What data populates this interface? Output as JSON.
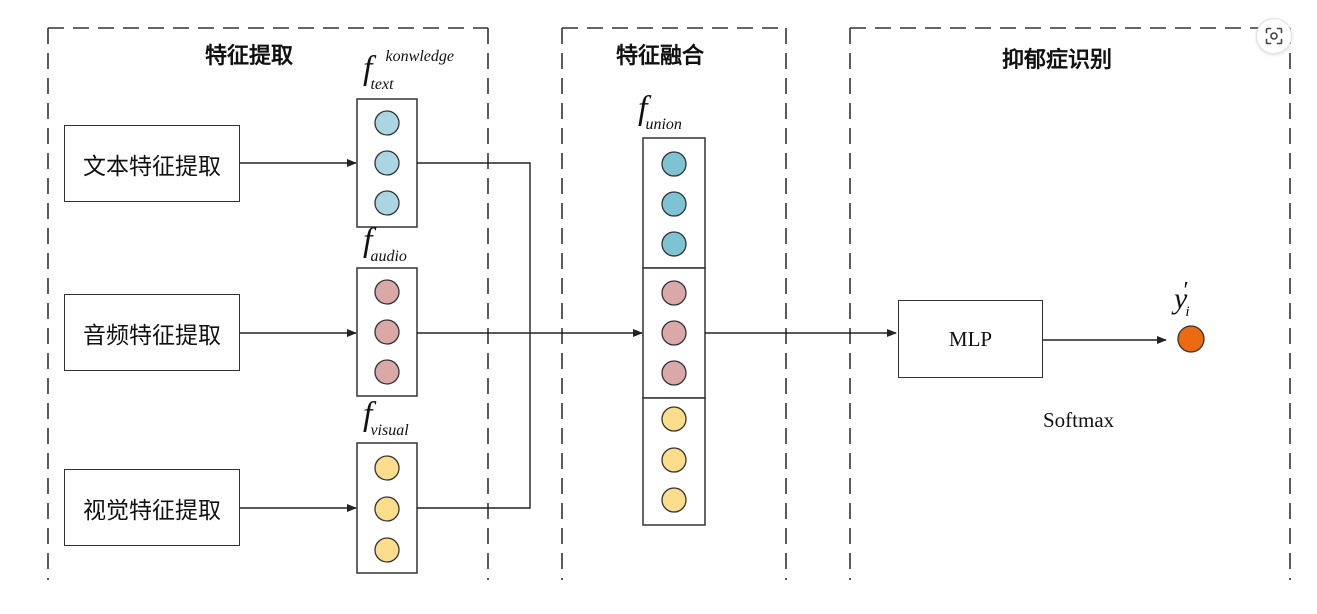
{
  "sections": {
    "extraction_title": "特征提取",
    "fusion_title": "特征融合",
    "recognition_title": "抑郁症识别"
  },
  "inputs": {
    "text": "文本特征提取",
    "audio": "音频特征提取",
    "visual": "视觉特征提取"
  },
  "vectors": {
    "text": {
      "f": "f",
      "sub": "text",
      "sup": "konwledge"
    },
    "audio": {
      "f": "f",
      "sub": "audio"
    },
    "visual": {
      "f": "f",
      "sub": "visual"
    },
    "union": {
      "f": "f",
      "sub": "union"
    }
  },
  "mlp_label": "MLP",
  "softmax_label": "Softmax",
  "output": {
    "y": "y",
    "sub": "i",
    "prime": "′"
  },
  "colors": {
    "text_node": "#a9d6e2",
    "union_text_node": "#7ec3d3",
    "audio_node": "#dba8a8",
    "visual_node": "#fbdd8c",
    "output_node": "#ec6a12",
    "line": "#222222"
  },
  "icons": {
    "scan": "image-scan-icon"
  }
}
